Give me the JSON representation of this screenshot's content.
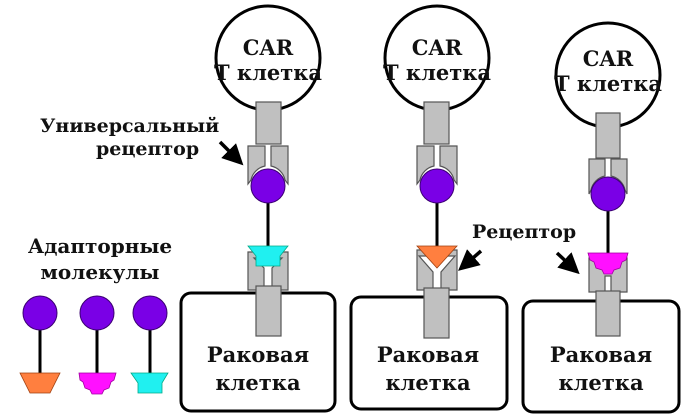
{
  "t_cell": {
    "line1": "CAR",
    "line2": "Т клетка"
  },
  "cancer_cell": {
    "line1": "Раковая",
    "line2": "клетка"
  },
  "universal_receptor_label": {
    "line1": "Универсальный",
    "line2": "рецептор"
  },
  "adapter_label": {
    "line1": "Адапторные",
    "line2": "молекулы"
  },
  "receptor_label": "Рецептор",
  "colors": {
    "ball": "#7a00e6",
    "orange": "#ff7f3f",
    "magenta": "#ff10ff",
    "cyan": "#20f0f0",
    "receptor_gray": "#c0c0c0"
  }
}
